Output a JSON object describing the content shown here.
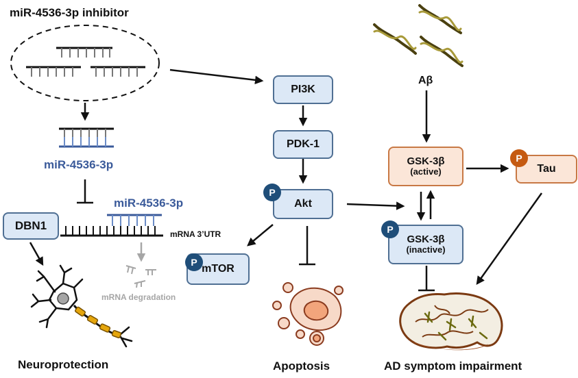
{
  "inhibitor_title": "miR-4536-3p inhibitor",
  "mir_labels": {
    "left": "miR-4536-3p",
    "center": "miR-4536-3p"
  },
  "dbn1": "DBN1",
  "mrna_label": "mRNA 3’UTR",
  "mrna_degradation": "mRNA degradation",
  "pathway": {
    "pi3k": "PI3K",
    "pdk1": "PDK-1",
    "akt": "Akt",
    "mtor": "mTOR"
  },
  "gsk_active": {
    "name": "GSK-3β",
    "state": "(active)"
  },
  "gsk_inactive": {
    "name": "GSK-3β",
    "state": "(inactive)"
  },
  "tau": "Tau",
  "abeta": "Aβ",
  "phospho_symbol": "P",
  "outcomes": {
    "neuroprotection": "Neuroprotection",
    "apoptosis": "Apoptosis",
    "ad": "AD symptom impairment"
  },
  "colors": {
    "box_blue_fill": "#dce8f6",
    "box_blue_border": "#4f6f93",
    "box_orange_fill": "#fbe6d8",
    "box_orange_border": "#c87844",
    "phospho_blue": "#1f4e79",
    "phospho_orange": "#c55a11",
    "mir_text": "#3a5a9a",
    "degradation_gray": "#a6a6a6"
  }
}
